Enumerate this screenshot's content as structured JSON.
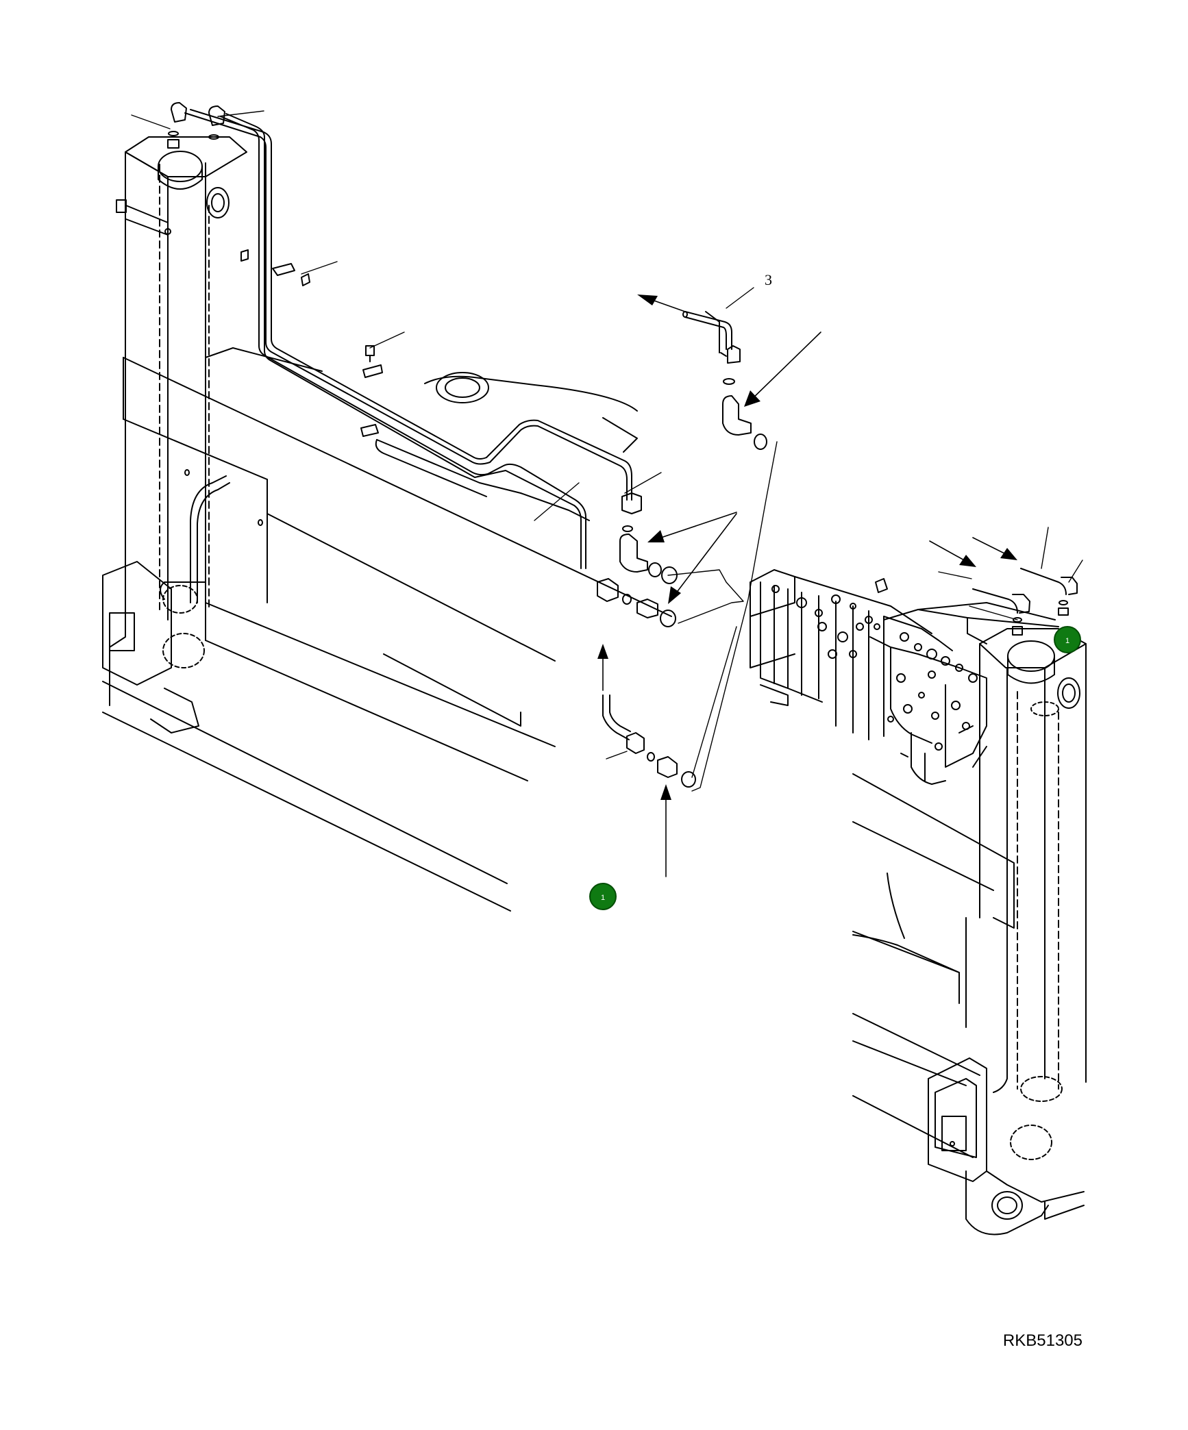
{
  "drawing": {
    "reference_code": "RKB51305",
    "stray_mark": "3"
  },
  "callouts": [
    {
      "label": "1"
    },
    {
      "label": "1"
    }
  ],
  "colors": {
    "line": "#000000",
    "callout_fill": "#0f7a12",
    "callout_text": "#ffffff"
  }
}
